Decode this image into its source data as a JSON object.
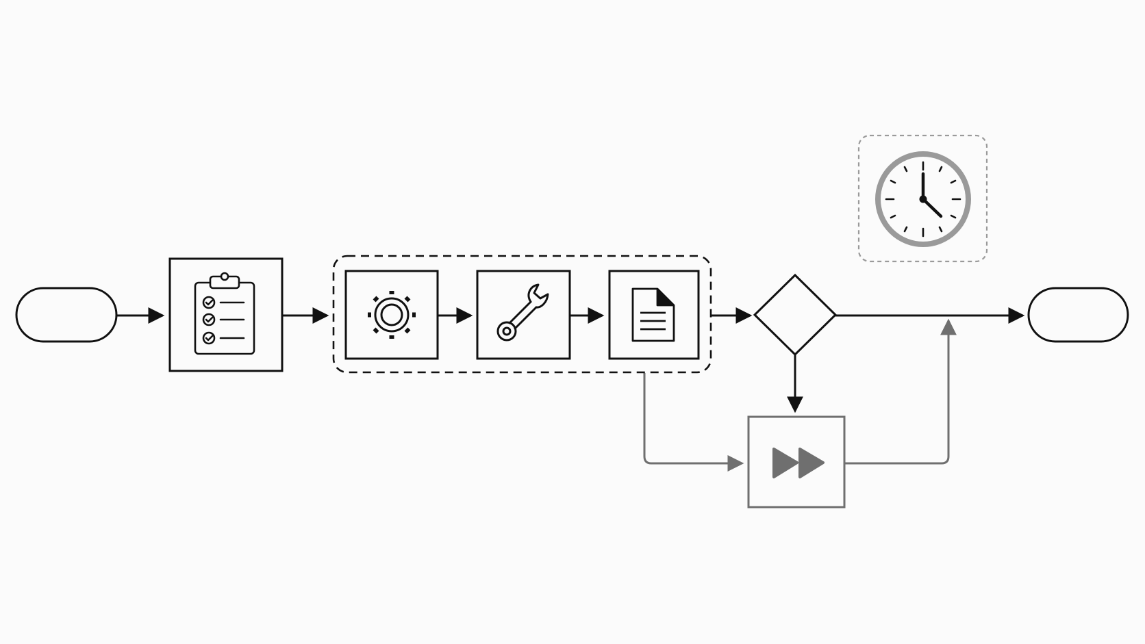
{
  "diagram": {
    "nodes": [
      {
        "id": "start",
        "shape": "terminator",
        "label": ""
      },
      {
        "id": "checklist",
        "shape": "process",
        "icon": "clipboard-checklist-icon"
      },
      {
        "id": "config",
        "shape": "process",
        "icon": "gear-icon",
        "group": "subprocess"
      },
      {
        "id": "repair",
        "shape": "process",
        "icon": "wrench-icon",
        "group": "subprocess"
      },
      {
        "id": "document",
        "shape": "process",
        "icon": "document-icon",
        "group": "subprocess"
      },
      {
        "id": "decision",
        "shape": "diamond",
        "label": ""
      },
      {
        "id": "fast-forward",
        "shape": "process",
        "icon": "fast-forward-icon"
      },
      {
        "id": "timer",
        "shape": "event",
        "icon": "clock-icon"
      },
      {
        "id": "end",
        "shape": "terminator",
        "label": ""
      }
    ],
    "edges": [
      {
        "from": "start",
        "to": "checklist"
      },
      {
        "from": "checklist",
        "to": "subprocess-group"
      },
      {
        "from": "config",
        "to": "repair"
      },
      {
        "from": "repair",
        "to": "document"
      },
      {
        "from": "subprocess-group",
        "to": "decision"
      },
      {
        "from": "decision",
        "to": "end"
      },
      {
        "from": "decision",
        "to": "fast-forward"
      },
      {
        "from": "subprocess-group",
        "to": "fast-forward"
      },
      {
        "from": "fast-forward",
        "to": "end"
      }
    ],
    "colors": {
      "primary": "#111111",
      "secondary": "#6f6f6f",
      "timer_border": "#9a9a9a",
      "background": "#fbfbfb"
    }
  }
}
